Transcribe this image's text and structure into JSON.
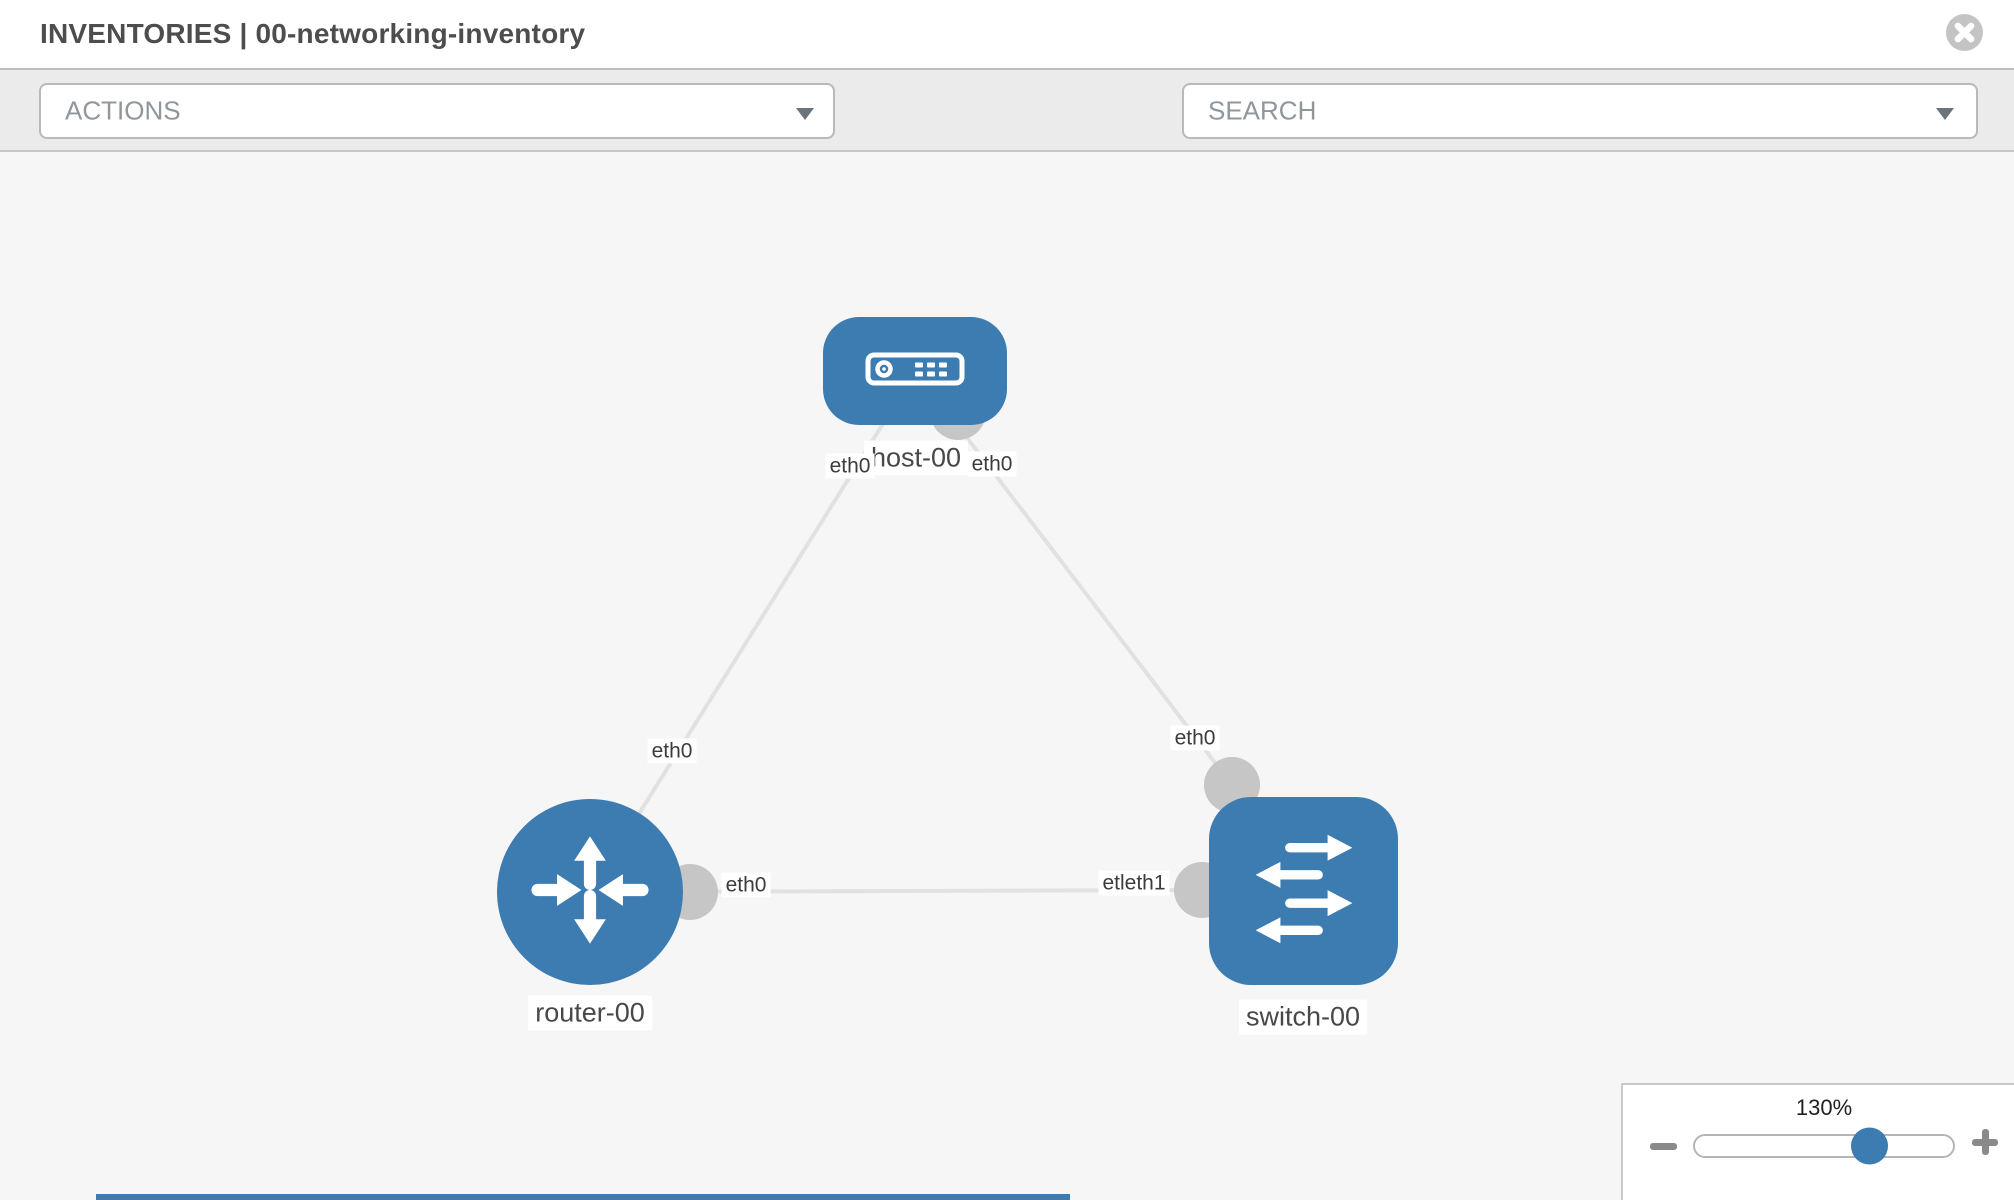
{
  "window": {
    "title": "INVENTORIES | 00-networking-inventory"
  },
  "toolbar": {
    "actions_label": "ACTIONS",
    "search_placeholder": "SEARCH"
  },
  "topology": {
    "nodes": {
      "host": {
        "label": "host-00",
        "type": "host"
      },
      "router": {
        "label": "router-00",
        "type": "router"
      },
      "switch": {
        "label": "switch-00",
        "type": "switch"
      }
    },
    "interface_labels": {
      "host_left": "eth0",
      "host_right": "eth0",
      "router_link": "eth0",
      "router_right": "eth0",
      "switch_link": "eth0",
      "switch_left": "etleth1"
    },
    "links": [
      {
        "from": "host-00",
        "to": "router-00"
      },
      {
        "from": "host-00",
        "to": "switch-00"
      },
      {
        "from": "router-00",
        "to": "switch-00"
      }
    ]
  },
  "zoom_control": {
    "level": "130%"
  },
  "colors": {
    "node_blue": "#3d7cb1",
    "link_gray": "#e1e1e1",
    "interface_gray": "#c6c6c6",
    "toolbar_bg": "#ebebeb",
    "canvas_bg": "#f6f6f6"
  }
}
